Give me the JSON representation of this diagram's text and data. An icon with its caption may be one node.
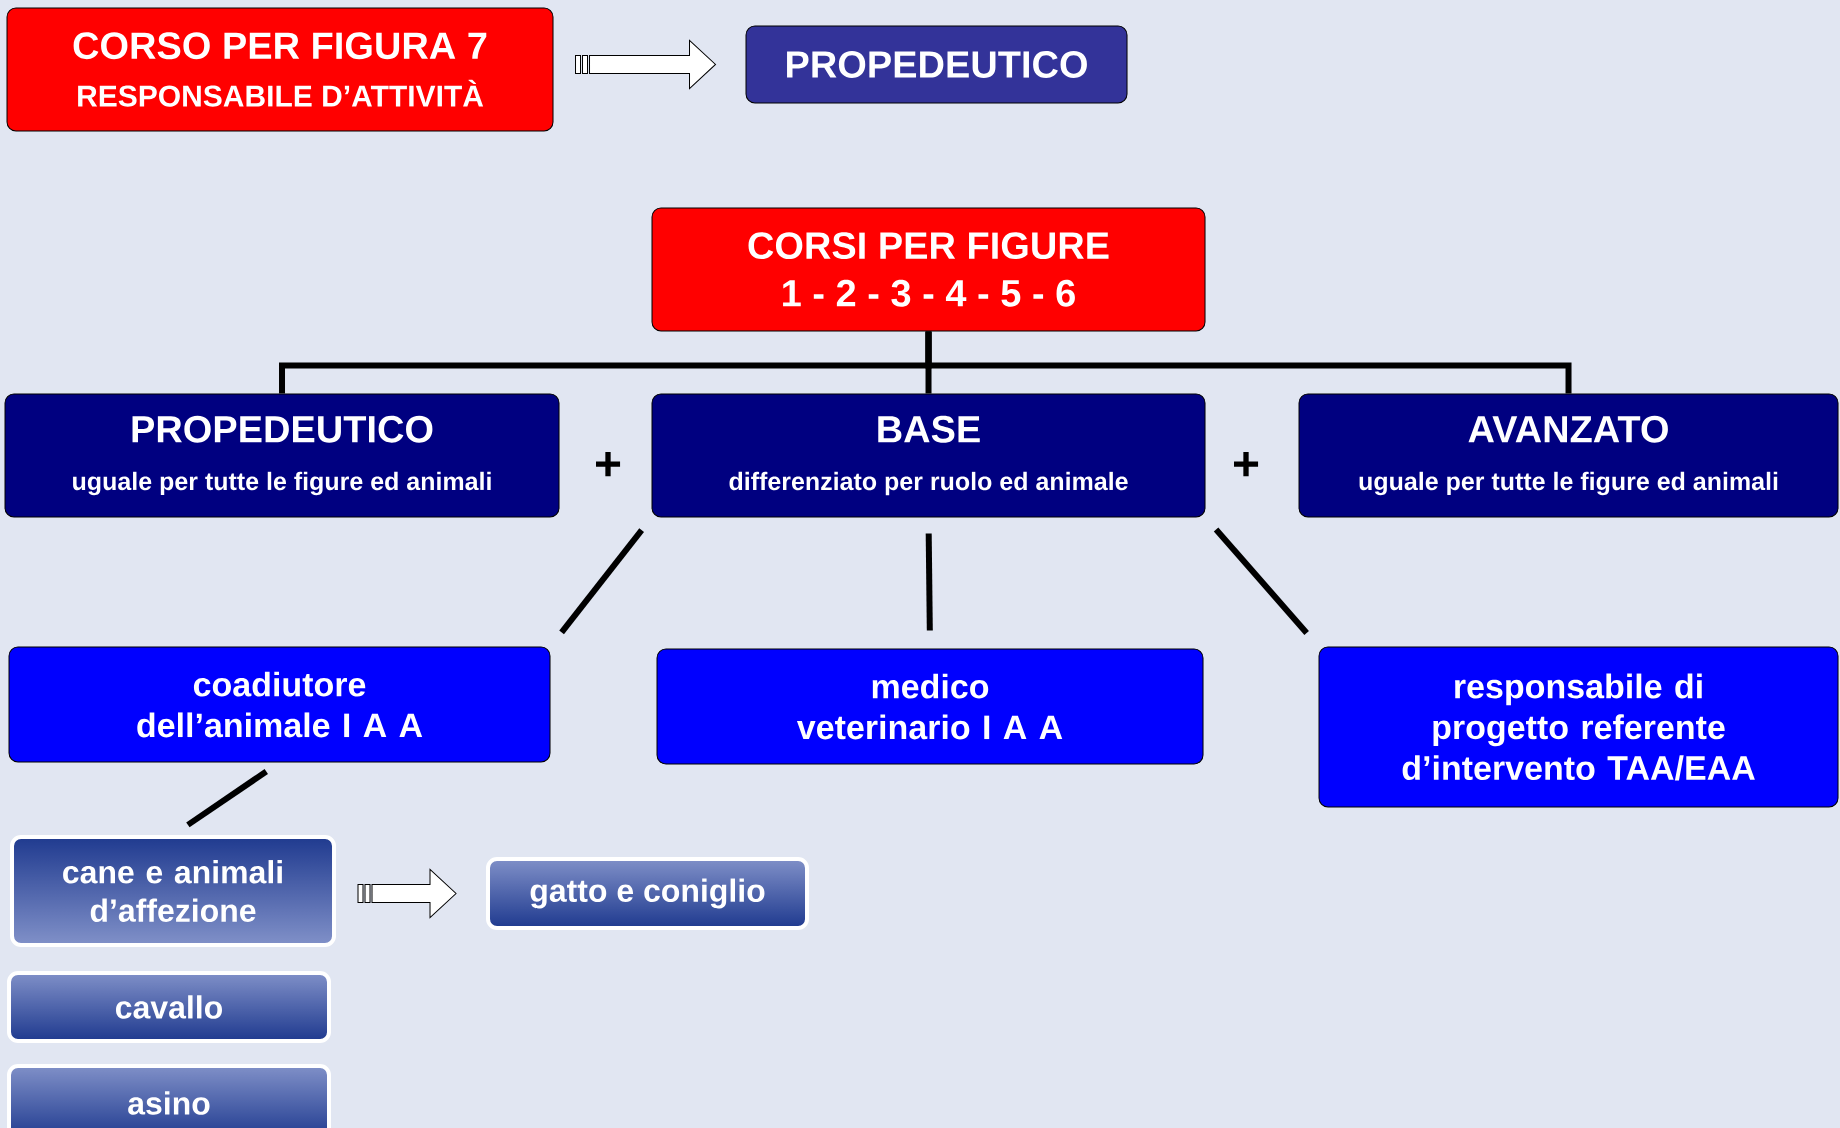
{
  "diagram": {
    "nodes": [
      {
        "text": [
          "CORSO PER FIGURA 7",
          "RESPONSABILE D’ATTIVITÀ"
        ]
      },
      {
        "text": [
          "PROPEDEUTICO"
        ]
      },
      {
        "text": [
          "CORSI PER FIGURE",
          "1 - 2 - 3 - 4 - 5 - 6"
        ]
      },
      {
        "text": [
          "PROPEDEUTICO",
          "uguale per tutte le figure ed animali"
        ]
      },
      {
        "text": [
          "BASE",
          "differenziato per ruolo ed animale"
        ]
      },
      {
        "text": [
          "AVANZATO",
          "uguale per tutte le figure ed animali"
        ]
      },
      {
        "text": [
          "coadiutore dell’animale I A A"
        ]
      },
      {
        "text": [
          "medico veterinario I A A"
        ]
      },
      {
        "text": [
          "responsabile di progetto referente d’intervento TAA/EAA"
        ]
      },
      {
        "text": [
          "cane e animali d’affezione"
        ]
      },
      {
        "text": [
          "gatto e coniglio"
        ]
      },
      {
        "text": [
          "cavallo"
        ]
      },
      {
        "text": [
          "asino"
        ]
      }
    ],
    "edges": [
      {
        "from": 0,
        "to": 1,
        "arrow": "to"
      },
      {
        "from": 2,
        "to": 3,
        "arrow": "none"
      },
      {
        "from": 2,
        "to": 4,
        "arrow": "none"
      },
      {
        "from": 2,
        "to": 5,
        "arrow": "none"
      },
      {
        "from": 4,
        "to": 6,
        "arrow": "none"
      },
      {
        "from": 4,
        "to": 7,
        "arrow": "none"
      },
      {
        "from": 4,
        "to": 8,
        "arrow": "none"
      },
      {
        "from": 6,
        "to": 9,
        "arrow": "none"
      },
      {
        "from": 9,
        "to": 10,
        "arrow": "to"
      }
    ],
    "labels": [
      "+",
      "+"
    ]
  }
}
